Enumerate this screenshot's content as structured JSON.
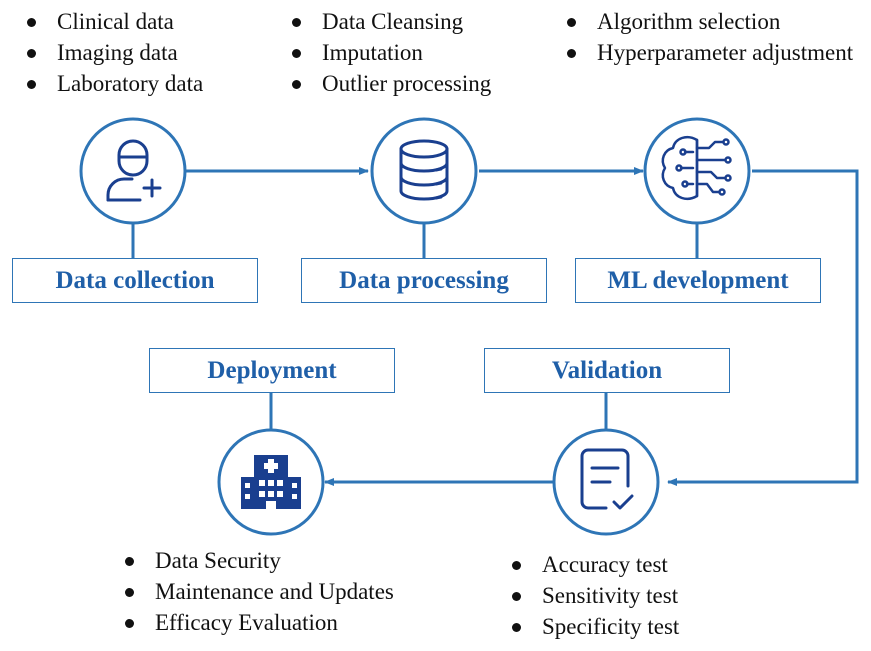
{
  "colors": {
    "accent": "#2e75b6",
    "icon": "#1a3f8f",
    "text": "#1f5fa8",
    "bullet_text": "#111111"
  },
  "stages": [
    {
      "id": "data-collection",
      "label": "Data collection",
      "icon": "doctor-plus-icon",
      "bullets": [
        "Clinical data",
        "Imaging data",
        "Laboratory data"
      ]
    },
    {
      "id": "data-processing",
      "label": "Data processing",
      "icon": "database-icon",
      "bullets": [
        "Data Cleansing",
        "Imputation",
        "Outlier processing"
      ]
    },
    {
      "id": "ml-development",
      "label": "ML development",
      "icon": "ai-brain-icon",
      "bullets": [
        "Algorithm selection",
        "Hyperparameter adjustment"
      ]
    },
    {
      "id": "validation",
      "label": "Validation",
      "icon": "checklist-document-icon",
      "bullets": [
        "Accuracy test",
        "Sensitivity test",
        "Specificity test"
      ]
    },
    {
      "id": "deployment",
      "label": "Deployment",
      "icon": "hospital-icon",
      "bullets": [
        "Data Security",
        "Maintenance and Updates",
        "Efficacy Evaluation"
      ]
    }
  ]
}
